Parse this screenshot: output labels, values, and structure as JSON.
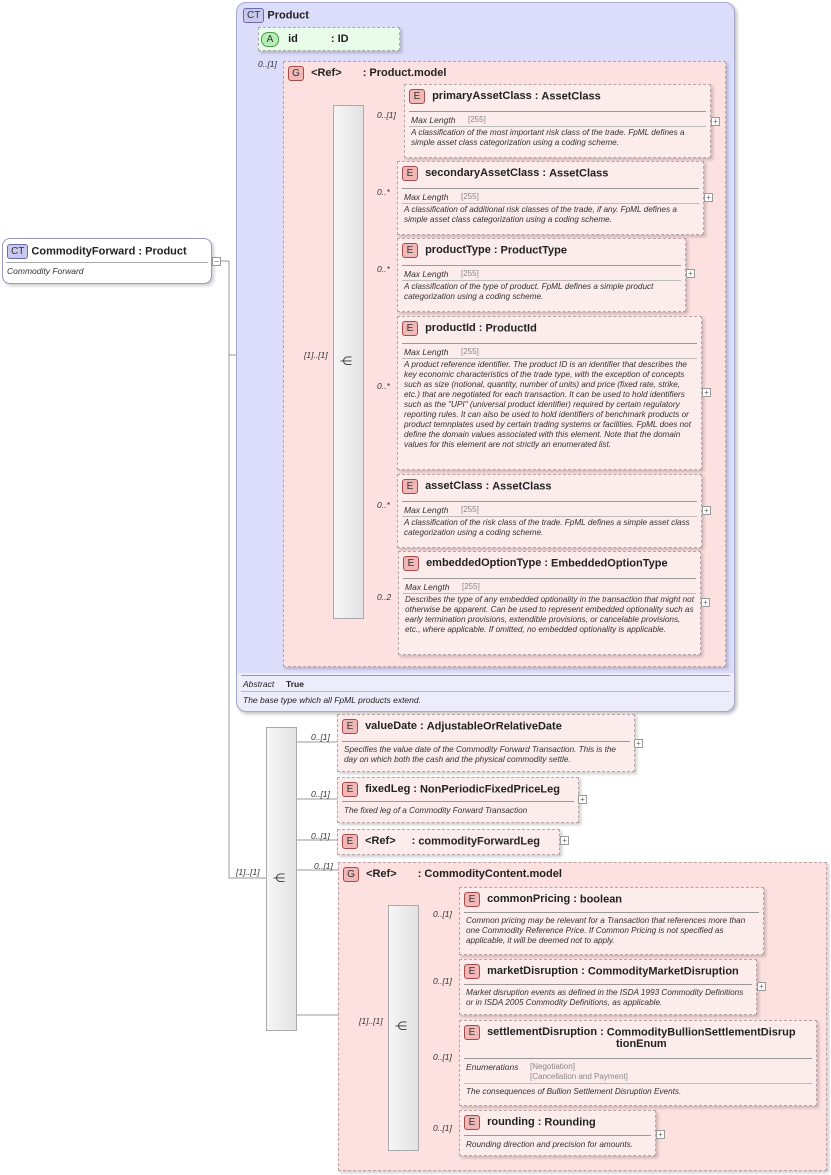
{
  "root": {
    "badge": "CT",
    "name": "CommodityForward",
    "type": "Product",
    "doc": "Commodity Forward"
  },
  "product": {
    "badge": "CT",
    "title": "Product",
    "attribute": {
      "badge": "A",
      "name": "id",
      "type": ": ID"
    },
    "attr_card": "0..[1]",
    "group": {
      "badge": "G",
      "name": "<Ref>",
      "type": ": Product.model",
      "seq_card": "[1]..[1]"
    },
    "abstract_key": "Abstract",
    "abstract_val": "True",
    "doc": "The base type which all FpML products extend.",
    "elements": [
      {
        "badge": "E",
        "name": "primaryAssetClass",
        "type": "AssetClass",
        "card": "0..[1]",
        "facet_key": "Max Length",
        "facet_val": "[255]",
        "doc": "A classification of the most important risk class of the trade. FpML defines a simple asset class categorization using a coding scheme."
      },
      {
        "badge": "E",
        "name": "secondaryAssetClass",
        "type": "AssetClass",
        "card": "0..*",
        "facet_key": "Max Length",
        "facet_val": "[255]",
        "doc": "A classification of additional risk classes of the trade, if any. FpML defines a simple asset class categorization using a coding scheme."
      },
      {
        "badge": "E",
        "name": "productType",
        "type": "ProductType",
        "card": "0..*",
        "facet_key": "Max Length",
        "facet_val": "[255]",
        "doc": "A classification of the type of product. FpML defines a simple product categorization using a coding scheme."
      },
      {
        "badge": "E",
        "name": "productId",
        "type": "ProductId",
        "card": "0..*",
        "facet_key": "Max Length",
        "facet_val": "[255]",
        "doc": "A product reference identifier. The product ID is an identifier that describes the key economic characteristics of the trade type, with the exception of concepts such as size (notional, quantity, number of units) and price (fixed rate, strike, etc.) that are negotiated for each transaction. It can be used to hold identifiers such as the \"UPI\" (universal product identifier) required by certain regulatory reporting rules. It can also be used to hold identifiers of benchmark products or product temnplates used by certain trading systems or facilities. FpML does not define the domain values associated with this element. Note that the domain values for this element are not strictly an enumerated list."
      },
      {
        "badge": "E",
        "name": "assetClass",
        "type": "AssetClass",
        "card": "0..*",
        "facet_key": "Max Length",
        "facet_val": "[255]",
        "doc": "A classification of the risk class of the trade. FpML defines a simple asset class categorization using a coding scheme."
      },
      {
        "badge": "E",
        "name": "embeddedOptionType",
        "type": "EmbeddedOptionType",
        "card": "0..2",
        "facet_key": "Max Length",
        "facet_val": "[255]",
        "doc": "Describes the type of any embedded optionality in the transaction that might not otherwise be apparent. Can be used to represent embedded optionality such as early termination provisions, extendible provisions, or cancelable provisions, etc., where applicable. If omitted, no embedded optionality is applicable."
      }
    ]
  },
  "extension": {
    "seq_card": "[1]..[1]",
    "valueDate": {
      "badge": "E",
      "name": "valueDate",
      "type": "AdjustableOrRelativeDate",
      "card": "0..[1]",
      "doc": "Specifies the value date of the Commodity Forward Transaction. This is the day on which both the cash and the physical commodity settle."
    },
    "fixedLeg": {
      "badge": "E",
      "name": "fixedLeg",
      "type": "NonPeriodicFixedPriceLeg",
      "card": "0..[1]",
      "doc": "The fixed leg of a Commodity Forward Transaction"
    },
    "commodityForwardLeg": {
      "badge": "E",
      "name": "<Ref>",
      "type": "commodityForwardLeg",
      "card": "0..[1]"
    },
    "group": {
      "badge": "G",
      "name": "<Ref>",
      "type": ": CommodityContent.model",
      "card": "0..[1]",
      "seq_card": "[1]..[1]",
      "elements": [
        {
          "badge": "E",
          "name": "commonPricing",
          "type": "boolean",
          "card": "0..[1]",
          "doc": "Common pricing may be relevant for a Transaction that references more than one Commodity Reference Price. If Common Pricing is not specified as applicable, it will be deemed not to apply."
        },
        {
          "badge": "E",
          "name": "marketDisruption",
          "type": "CommodityMarketDisruption",
          "card": "0..[1]",
          "doc": "Market disruption events as defined in the ISDA 1993 Commodity Definitions or in ISDA 2005 Commodity Definitions, as applicable."
        },
        {
          "badge": "E",
          "name": "settlementDisruption",
          "type": "CommodityBullionSettlementDisrup",
          "type2": "tionEnum",
          "card": "0..[1]",
          "facet_key": "Enumerations",
          "enum1": "[Negotiation]",
          "enum2": "[Cancellation and Payment]",
          "doc": "The consequences of Bullion Settlement Disruption Events."
        },
        {
          "badge": "E",
          "name": "rounding",
          "type": "Rounding",
          "card": "0..[1]",
          "doc": "Rounding direction and precision for amounts."
        }
      ]
    }
  }
}
